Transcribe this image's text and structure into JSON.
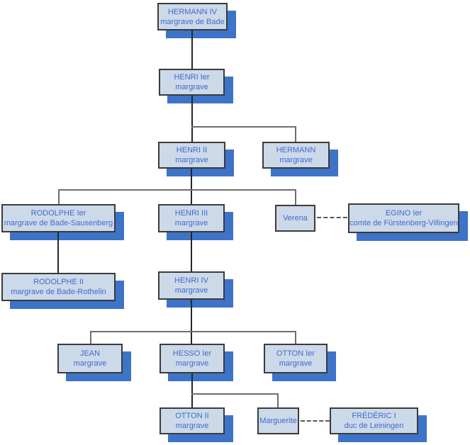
{
  "diagram": {
    "type": "family-tree",
    "colors": {
      "node-fill": "#ccd9e8",
      "node-border": "#3b3b3b",
      "node-text": "#4169d1",
      "shadow-blue": "#3d74c8",
      "line-dark": "#262626",
      "line-gray": "#6e6e6e",
      "line-dash": "#595959"
    },
    "nodes": [
      {
        "name": "HERMANN IV",
        "subtitle": "margrave de Bade"
      },
      {
        "name": "HENRI Ier",
        "subtitle": "margrave"
      },
      {
        "name": "HENRI II",
        "subtitle": "margrave"
      },
      {
        "name": "HERMANN",
        "subtitle": "margrave"
      },
      {
        "name": "RODOLPHE Ier",
        "subtitle": "margrave de Bade-Sausenberg"
      },
      {
        "name": "HENRI III",
        "subtitle": "margrave"
      },
      {
        "name": "Verena",
        "subtitle": ""
      },
      {
        "name": "EGINO Ier",
        "subtitle": "comte de Fûrstenberg-Villingen"
      },
      {
        "name": "RODOLPHE II",
        "subtitle": "margrave de Bade-Rothelin"
      },
      {
        "name": "HENRI IV",
        "subtitle": "margrave"
      },
      {
        "name": "JEAN",
        "subtitle": "margrave"
      },
      {
        "name": "HESSO Ier",
        "subtitle": "margrave"
      },
      {
        "name": "OTTON Ier",
        "subtitle": "margrave"
      },
      {
        "name": "OTTON II",
        "subtitle": "margrave"
      },
      {
        "name": "Marguerite",
        "subtitle": ""
      },
      {
        "name": "FRÉDÉRIC I",
        "subtitle": "duc de Leiningen"
      }
    ],
    "relations": {
      "solid_line_meaning": "descent",
      "dashed_line_meaning": "marriage"
    }
  }
}
